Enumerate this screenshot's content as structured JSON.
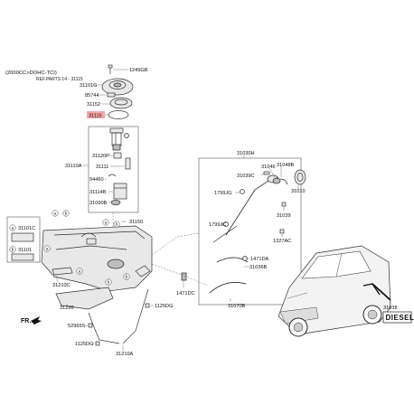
{
  "header": {
    "engine": "(2000CC>DOHC-TCI)",
    "ref": "REF.PARTS 14 - 31115"
  },
  "highlighted_part": "31115",
  "highlight_color": "#f4a6a6",
  "labels": {
    "l1249gb": "1249GB",
    "l31101g": "31101G",
    "l85744": "85744",
    "l31152": "31152",
    "l31115": "31115",
    "l31110a": "31110A",
    "l31120p": "31120P",
    "l31111": "31111",
    "l94460": "94460",
    "l31114b": "31114B",
    "l31090b": "31090B",
    "l31150": "31150",
    "l31030h": "31030H",
    "l31046": "31046",
    "l31048b": "31048B",
    "l31039c": "31039C",
    "l1799jg": "1799JG",
    "l31010": "31010",
    "l31039": "31039",
    "l1799jc": "1799JC",
    "l1327ac": "1327AC",
    "l1471da": "1471DA",
    "l31036b": "31036B",
    "l1471dc": "1471DC",
    "l31070b": "31070B",
    "l31210c": "31210C",
    "l31220": "31220",
    "l1125dg_a": "1125DG",
    "l52965s": "52965S",
    "l1125dg_b": "1125DG",
    "l31210a": "31210A",
    "l31038": "31038",
    "l31101c": "31101C",
    "l31101": "31101"
  },
  "diesel_label": "DIESEL",
  "front_label": "FR.",
  "circle_letters": [
    "a",
    "b",
    "a",
    "b",
    "a",
    "a",
    "b",
    "b"
  ]
}
